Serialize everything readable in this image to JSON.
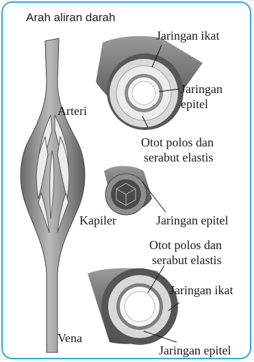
{
  "diagram": {
    "title": "Arah aliran darah",
    "arteri": {
      "name": "Arteri",
      "labels": {
        "jaringan_ikat": "Jaringan ikat",
        "jaringan_epitel_line1": "Jaringan",
        "jaringan_epitel_line2": "epitel",
        "otot_line1": "Otot polos dan",
        "otot_line2": "serabut elastis"
      }
    },
    "kapiler": {
      "name": "Kapiler",
      "labels": {
        "jaringan_epitel": "Jaringan epitel"
      }
    },
    "vena": {
      "name": "Vena",
      "labels": {
        "otot_line1": "Otot polos dan",
        "otot_line2": "serabut elastis",
        "jaringan_ikat": "Jaringan ikat",
        "jaringan_epitel": "Jaringan epitel"
      }
    }
  }
}
